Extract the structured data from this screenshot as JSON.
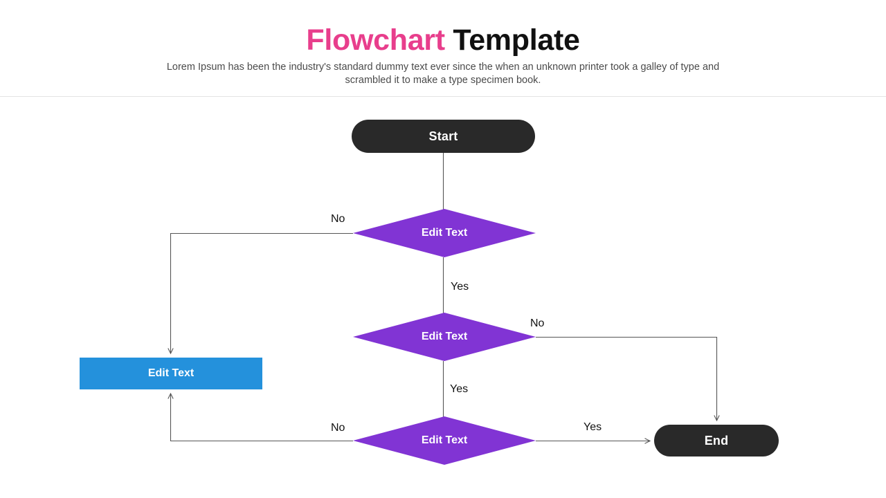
{
  "header": {
    "title_accent": "Flowchart",
    "title_plain": "Template",
    "subtitle": "Lorem Ipsum has been the industry's standard dummy text ever since the when an unknown printer took a galley of type and scrambled it to make a type specimen book."
  },
  "colors": {
    "accent_pink": "#E83E8C",
    "title_dark": "#111111",
    "terminator": "#292929",
    "decision_purple": "#8134D4",
    "process_blue": "#2491DC",
    "connector": "#555555",
    "divider": "#E3E3E3",
    "background": "#FFFFFF"
  },
  "flowchart": {
    "nodes": {
      "start": {
        "label": "Start",
        "shape": "terminator"
      },
      "decision1": {
        "label": "Edit Text",
        "shape": "diamond"
      },
      "decision2": {
        "label": "Edit Text",
        "shape": "diamond"
      },
      "decision3": {
        "label": "Edit Text",
        "shape": "diamond"
      },
      "process": {
        "label": "Edit Text",
        "shape": "rectangle"
      },
      "end": {
        "label": "End",
        "shape": "terminator"
      }
    },
    "edge_labels": {
      "no1": "No",
      "yes1": "Yes",
      "no2": "No",
      "yes2": "Yes",
      "no3": "No",
      "yes3": "Yes"
    }
  }
}
